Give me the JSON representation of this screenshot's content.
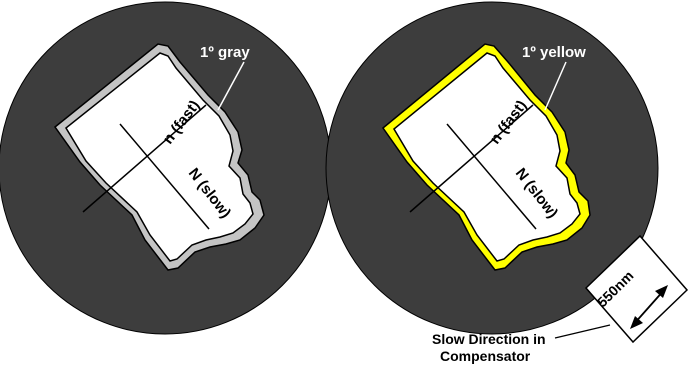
{
  "colors": {
    "field": "#3d3d3d",
    "crystal_fill": "#ffffff",
    "left_border": "#c4c4c4",
    "right_border": "#ffff00",
    "outline": "#000000"
  },
  "panels": [
    {
      "border_label": "1º gray",
      "fast_axis_label": "n (fast)",
      "slow_axis_label": "N (slow)"
    },
    {
      "border_label": "1º yellow",
      "fast_axis_label": "n (fast)",
      "slow_axis_label": "N (slow)"
    }
  ],
  "compensator": {
    "wavelength_label": "550nm",
    "caption_line1": "Slow Direction in",
    "caption_line2": "Compensator"
  }
}
